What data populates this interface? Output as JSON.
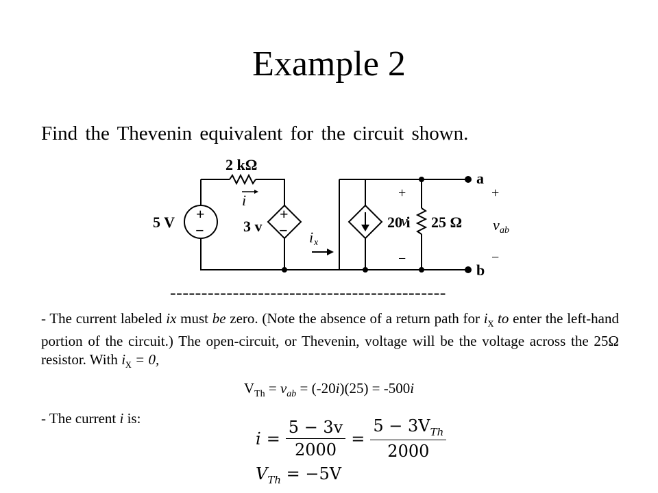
{
  "slide": {
    "title": "Example 2",
    "intro": "Find the Thevenin equivalent for the circuit shown.",
    "divider": "--------------------------------------------"
  },
  "circuit": {
    "resistor1": "2 kΩ",
    "current_i": "i",
    "source_5v": "5 V",
    "dep_voltage": "3 v",
    "ix": "i",
    "ix_sub": "x",
    "dep_current": "20 i",
    "v_label": "v",
    "resistor2": "25 Ω",
    "terminal_a": "a",
    "terminal_b": "b",
    "vab": "v",
    "vab_sub": "ab",
    "plus": "+",
    "minus": "−"
  },
  "paragraph": {
    "p1a": "- The current labeled ",
    "p1b": "ix",
    "p1c": " must ",
    "p1d": "be",
    "p1e": " zero. (Note the absence of a return path for ",
    "p1f": "i",
    "p1g": "x",
    "p1h": " to",
    "p1i": " enter the left-hand portion of the circuit.) The open-circuit, or Thevenin, voltage will be the voltage across the 25Ω resistor. With ",
    "p1j": "i",
    "p1k": "x",
    "p1l": " = 0,"
  },
  "equation": {
    "v": "V",
    "th": "Th",
    "eq1": " = ",
    "vab_v": "v",
    "vab_ab": "ab",
    "rest": " = (-20",
    "i1": "i",
    "rest2": ")(25) = -500",
    "i2": "i"
  },
  "current": {
    "text1": "- The current ",
    "i": "i",
    "text2": " is:"
  },
  "math": {
    "lhs": "i",
    "eq": "=",
    "num1": "5 − 3v",
    "den1": "2000",
    "num2a": "5 − 3V",
    "num2sub": "Th",
    "den2": "2000",
    "final_v": "V",
    "final_sub": "Th",
    "final_rhs": "= −5V"
  }
}
